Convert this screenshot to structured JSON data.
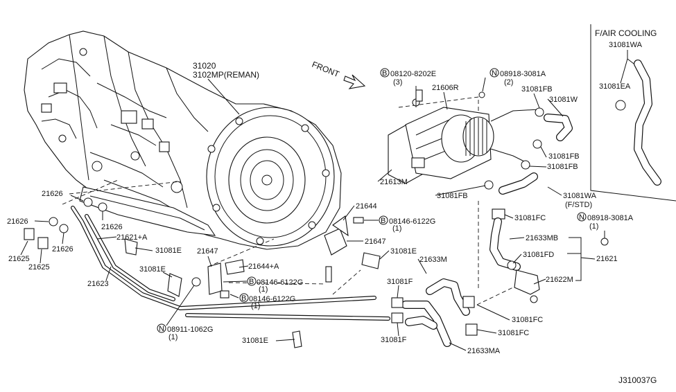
{
  "diagram_id": "J310037G",
  "front_label": "FRONT",
  "inset": {
    "title": "F/AIR COOLING",
    "labels": [
      "31081WA",
      "31081EA"
    ]
  },
  "parts": {
    "p31020": "31020",
    "p3102mp": "3102MP(REMAN)",
    "p08120": "08120-8202E",
    "p08120_qty": "(3)",
    "p08918a": "08918-3081A",
    "p08918a_qty": "(2)",
    "p21606r": "21606R",
    "p31081fb_1": "31081FB",
    "p31081w": "31081W",
    "p31081fb_2": "31081FB",
    "p31081fb_3": "31081FB",
    "p21613m": "21613M",
    "p31081fb_4": "31081FB",
    "p31081wa": "31081WA",
    "p31081wa_note": "(F/STD)",
    "p31081fc_1": "31081FC",
    "p08918b": "08918-3081A",
    "p08918b_qty": "(1)",
    "p21633mb": "21633MB",
    "p31081fd": "31081FD",
    "p21621": "21621",
    "p21622m": "21622M",
    "p21633m": "21633M",
    "p31081f_1": "31081F",
    "p31081fc_2": "31081FC",
    "p31081fc_3": "31081FC",
    "p31081f_2": "31081F",
    "p21633ma": "21633MA",
    "p21644": "21644",
    "p08146a": "08146-6122G",
    "p08146a_qty": "(1)",
    "p21647_1": "21647",
    "p31081e_1": "31081E",
    "p21647_2": "21647",
    "p21644a": "21644+A",
    "p08146b": "08146-6122G",
    "p08146b_qty": "(1)",
    "p08146c": "08146-6122G",
    "p08146c_qty": "(1)",
    "p08911": "08911-1062G",
    "p08911_qty": "(1)",
    "p31081e_2": "31081E",
    "p31081e_3": "31081E",
    "p31081e_4": "31081E",
    "p21621a": "21621+A",
    "p21623": "21623",
    "p21626_1": "21626",
    "p21626_2": "21626",
    "p21626_3": "21626",
    "p21626_4": "21626",
    "p21625_1": "21625",
    "p21625_2": "21625"
  },
  "callout_markers": {
    "bolt": "B",
    "nut": "N"
  }
}
